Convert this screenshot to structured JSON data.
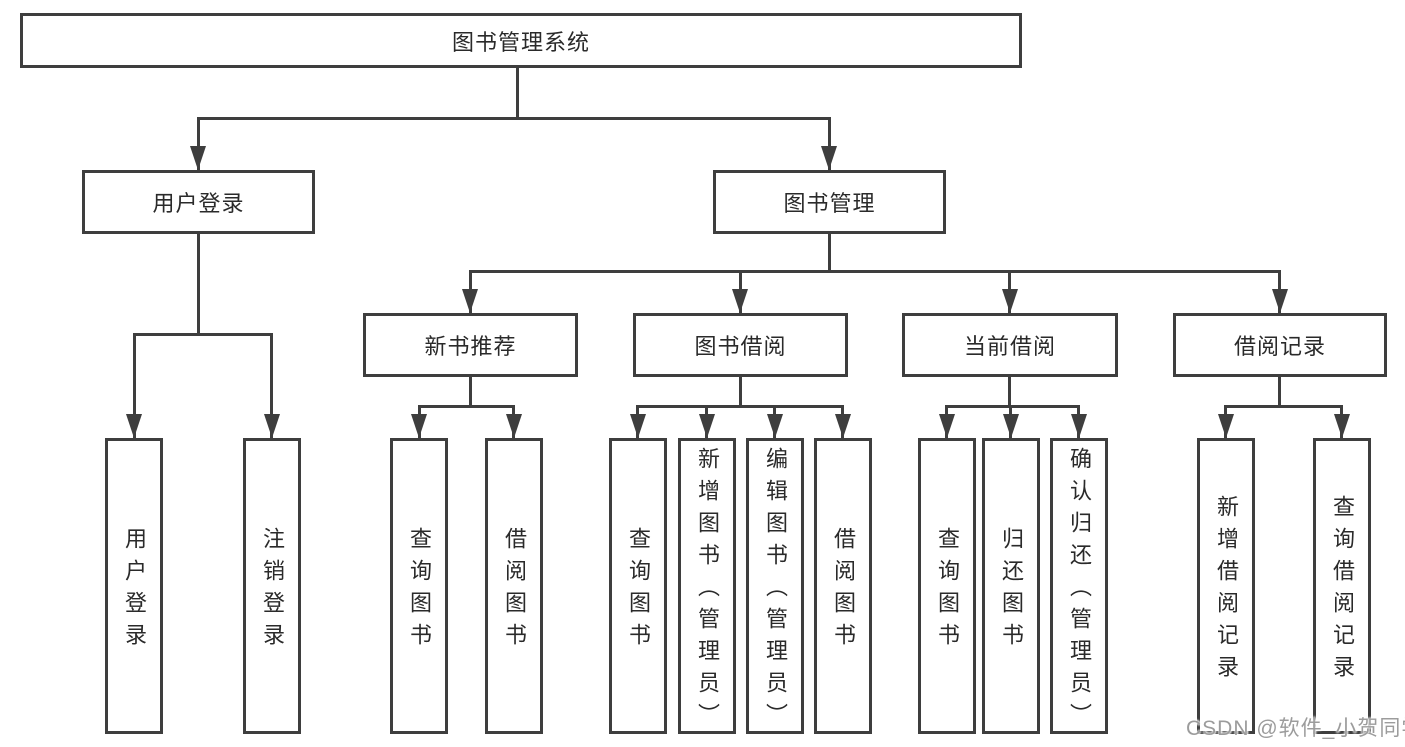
{
  "diagram": {
    "type": "hierarchy-tree",
    "watermark": "CSDN @软件_小贺同学",
    "colors": {
      "line": "#3e3e3e",
      "text": "#2a2a2a",
      "wm": "#9c9c9c",
      "bg": "#ffffff"
    },
    "tree": {
      "label": "图书管理系统",
      "children": [
        {
          "label": "用户登录",
          "children": [
            {
              "label": "用户登录"
            },
            {
              "label": "注销登录"
            }
          ]
        },
        {
          "label": "图书管理",
          "children": [
            {
              "label": "新书推荐",
              "children": [
                {
                  "label": "查询图书"
                },
                {
                  "label": "借阅图书"
                }
              ]
            },
            {
              "label": "图书借阅",
              "children": [
                {
                  "label": "查询图书"
                },
                {
                  "label": "新增图书（管理员）"
                },
                {
                  "label": "编辑图书（管理员）"
                },
                {
                  "label": "借阅图书"
                }
              ]
            },
            {
              "label": "当前借阅",
              "children": [
                {
                  "label": "查询图书"
                },
                {
                  "label": "归还图书"
                },
                {
                  "label": "确认归还（管理员）"
                }
              ]
            },
            {
              "label": "借阅记录",
              "children": [
                {
                  "label": "新增借阅记录"
                },
                {
                  "label": "查询借阅记录"
                }
              ]
            }
          ]
        }
      ]
    }
  }
}
